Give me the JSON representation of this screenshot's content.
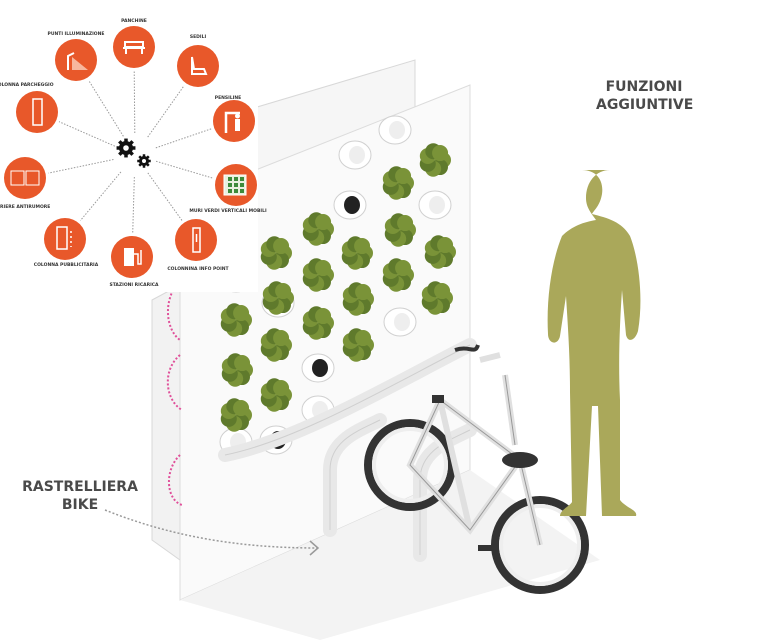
{
  "labels": {
    "funzioni_line1": "FUNZIONI",
    "funzioni_line2": "AGGIUNTIVE",
    "rastrelliera_line1": "RASTRELLIERA",
    "rastrelliera_line2": "BIKE"
  },
  "functions_diagram": {
    "items": [
      {
        "label": "PANCHINE",
        "icon": "bench-icon"
      },
      {
        "label": "SEDILI",
        "icon": "seat-icon"
      },
      {
        "label": "PENSILINE",
        "icon": "bus-shelter-icon"
      },
      {
        "label": "MURI VERDI VERTICALI MOBILI",
        "icon": "green-wall-icon"
      },
      {
        "label": "COLONNINA INFO POINT",
        "icon": "info-point-icon"
      },
      {
        "label": "STAZIONI RICARICA",
        "icon": "charging-station-icon"
      },
      {
        "label": "COLONNA PUBBLICITARIA",
        "icon": "advertising-column-icon"
      },
      {
        "label": "BARRIERE ANTIRUMORE",
        "icon": "noise-barrier-icon"
      },
      {
        "label": "COLONNA PARCHEGGIO",
        "icon": "parking-column-icon"
      },
      {
        "label": "PUNTI ILLUMINAZIONE",
        "icon": "street-light-icon"
      }
    ],
    "center_icon": "gears-icon"
  },
  "colors": {
    "orange": "#e8582a",
    "plant_green": "#5f7a2c",
    "silhouette": "#aaa85a",
    "pink_dots": "#e0509a"
  }
}
